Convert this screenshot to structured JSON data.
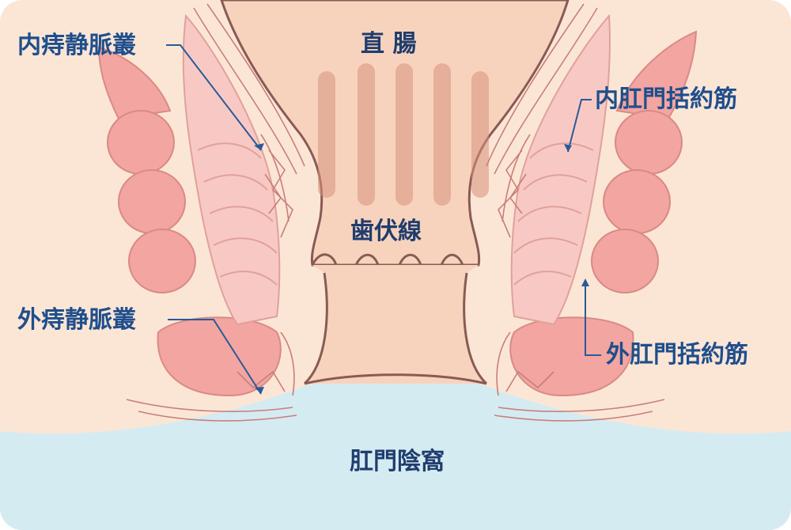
{
  "diagram": {
    "labels": {
      "rectum": "直 腸",
      "dentate_line": "歯伏線",
      "internal_hemorrhoidal_plexus": "内痔静脈叢",
      "external_hemorrhoidal_plexus": "外痔静脈叢",
      "internal_anal_sphincter": "内肛門括約筋",
      "external_anal_sphincter": "外肛門括約筋",
      "ischioanal_fossa": "肛門陰窩"
    },
    "colors": {
      "background": "#fbe6d6",
      "muscle": "#f2a5a1",
      "muscle_light": "#f8c9c4",
      "outline": "#c97f78",
      "wall_outline": "#8a5a55",
      "rectum_fold": "#e3a48f",
      "lower_region": "#d5ebf2",
      "label_text": "#1f4e8c",
      "leader_line": "#2a5a98"
    }
  }
}
